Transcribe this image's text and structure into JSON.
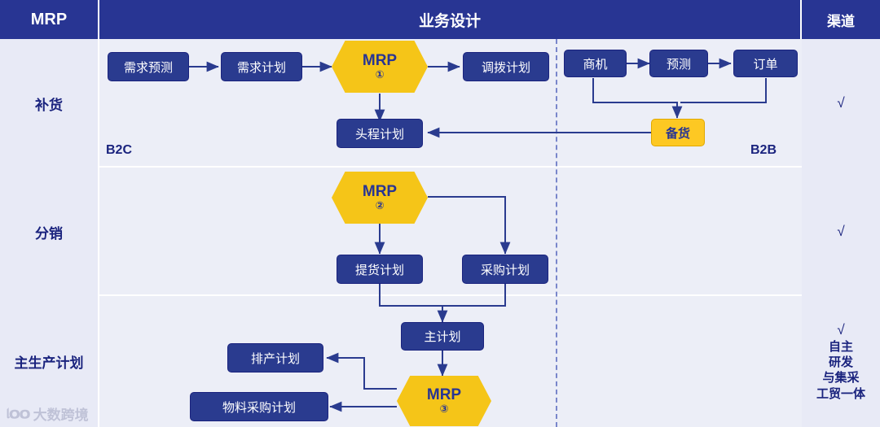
{
  "header": {
    "col1": "MRP",
    "col2": "业务设计",
    "col3": "渠道"
  },
  "rows": [
    {
      "label": "补货",
      "channel": {
        "tick": "√",
        "notes": []
      }
    },
    {
      "label": "分销",
      "channel": {
        "tick": "√",
        "notes": []
      }
    },
    {
      "label": "主生产计划",
      "channel": {
        "tick": "√",
        "notes": [
          "自主",
          "研发",
          "与集采",
          "工贸一体"
        ]
      }
    }
  ],
  "tags": {
    "b2c": "B2C",
    "b2b": "B2B"
  },
  "nodes": {
    "demand_forecast": "需求预测",
    "demand_plan": "需求计划",
    "mrp1_title": "MRP",
    "mrp1_num": "①",
    "transfer_plan": "调拨计划",
    "first_leg_plan": "头程计划",
    "opportunity": "商机",
    "forecast": "预测",
    "order": "订单",
    "stock_prep": "备货",
    "mrp2_title": "MRP",
    "mrp2_num": "②",
    "pickup_plan": "提货计划",
    "purchase_plan": "采购计划",
    "master_plan": "主计划",
    "mrp3_title": "MRP",
    "mrp3_num": "③",
    "production_schedule": "排产计划",
    "material_purchase_plan": "物料采购计划"
  },
  "watermark": "大数跨境",
  "colors": {
    "header_blue": "#283593",
    "node_blue": "#2a3b8f",
    "accent_yellow": "#f5c518",
    "row_bg": "#eceef7",
    "label_bg": "#e8eaf6"
  }
}
